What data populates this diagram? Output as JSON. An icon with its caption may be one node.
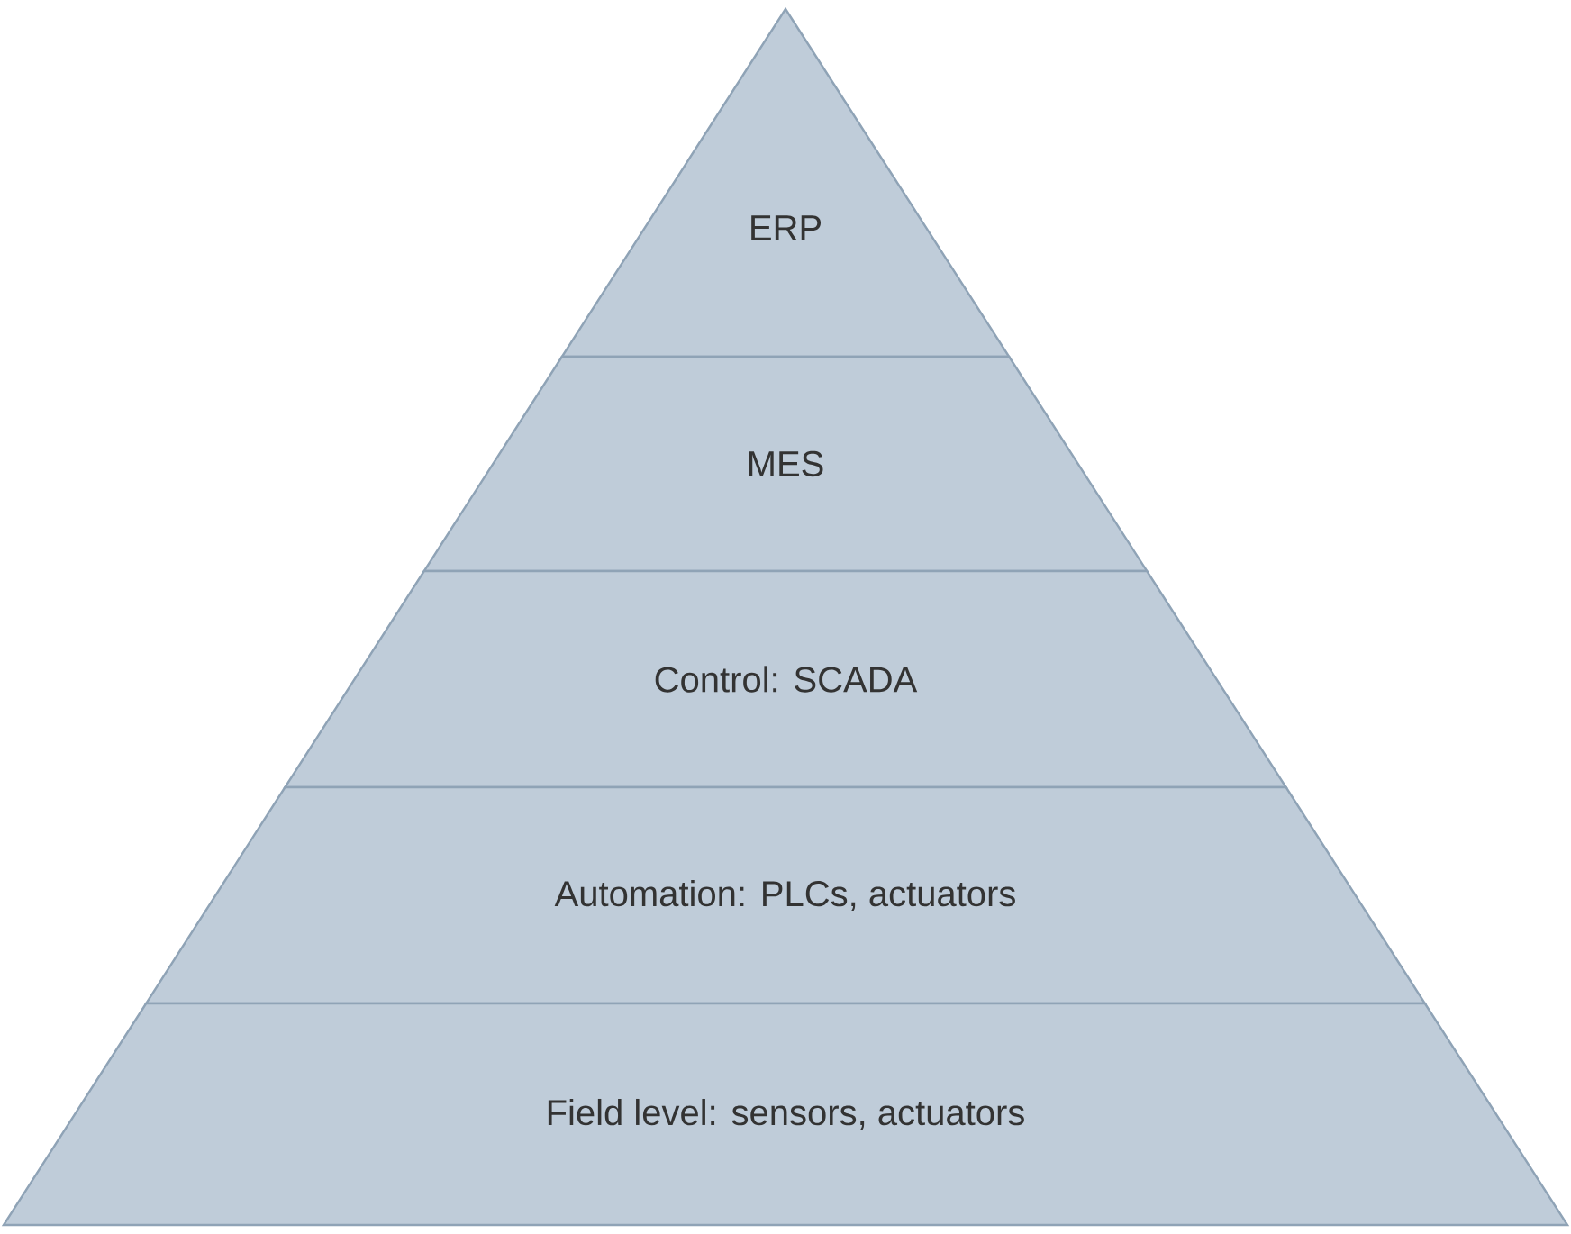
{
  "diagram": {
    "nodes": [
      {
        "text": [
          "ERP"
        ]
      },
      {
        "text": [
          "MES"
        ]
      },
      {
        "text": [
          "Control: SCADA"
        ]
      },
      {
        "text": [
          "Automation: PLCs, actuators"
        ]
      },
      {
        "text": [
          "Field level: sensors, actuators"
        ]
      }
    ]
  }
}
